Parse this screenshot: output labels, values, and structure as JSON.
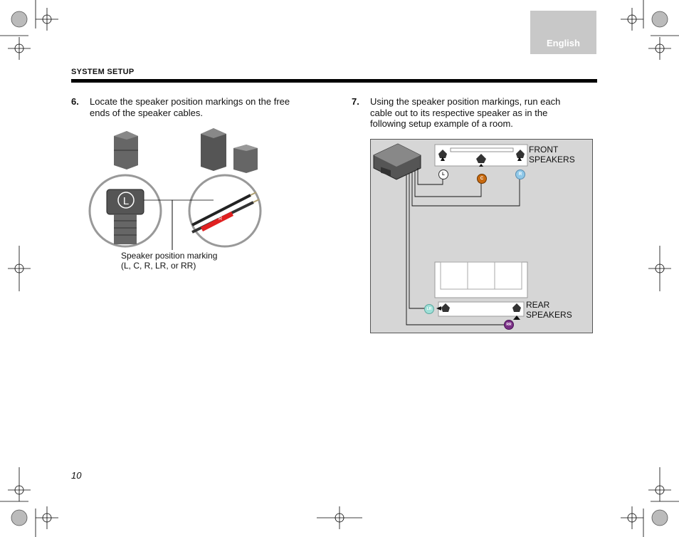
{
  "header": {
    "language_tab": "English",
    "section_title": "SYSTEM SETUP"
  },
  "steps": [
    {
      "number": "6.",
      "text_lines": [
        "Locate the speaker position markings on the free",
        "ends of the speaker cables."
      ]
    },
    {
      "number": "7.",
      "text_lines": [
        "Using the speaker position markings, run each",
        "cable out to its respective speaker as in the",
        "following setup example of a room."
      ]
    }
  ],
  "figure_left": {
    "connector_letter": "L",
    "cable_letter": "R",
    "caption_lines": [
      "Speaker position marking",
      "(L, C, R, LR, or RR)"
    ]
  },
  "figure_right": {
    "front_label_lines": [
      "FRONT",
      "SPEAKERS"
    ],
    "rear_label_lines": [
      "REAR",
      "SPEAKERS"
    ],
    "markers": {
      "left": "L",
      "center": "C",
      "right": "R",
      "left_rear": "LR",
      "right_rear": "RR"
    },
    "colors": {
      "center": "#c86a10",
      "right": "#8fc8e8",
      "left_rear": "#9fe0d8",
      "right_rear": "#7a2f86"
    }
  },
  "footer": {
    "page_number": "10"
  }
}
